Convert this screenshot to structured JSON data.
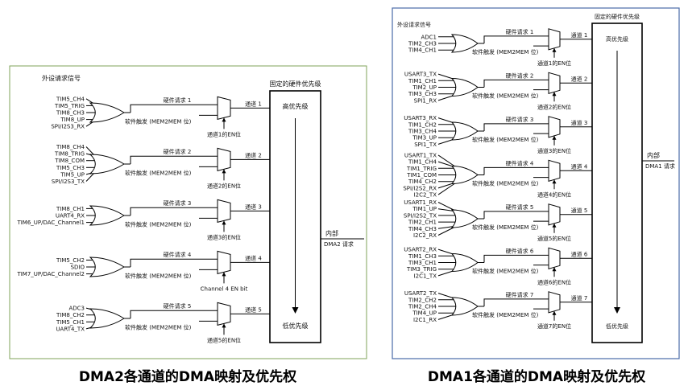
{
  "left": {
    "section_label": "外设请求信号",
    "priority_label": "固定的硬件优先级",
    "high_label": "高优先级",
    "low_label": "低优先级",
    "output_label_1": "内部",
    "output_label_2": "DMA2 请求",
    "caption": "DMA2各通道的DMA映射及优先权",
    "channels": [
      {
        "inputs": [
          "TIM5_CH4",
          "TIM5_TRIG",
          "TIM8_CH3",
          "TIM8_UP",
          "SPI/I2S3_RX"
        ],
        "hw": "硬件请求 1",
        "sw": "软件触发 (MEM2MEM 位)",
        "ch": "通道 1",
        "en": "通道1的EN位"
      },
      {
        "inputs": [
          "TIM8_CH4",
          "TIM8_TRIG",
          "TIM8_COM",
          "TIM5_CH3",
          "TIM5_UP",
          "SPI/I2S3_TX"
        ],
        "hw": "硬件请求 2",
        "sw": "软件触发 (MEM2MEM 位)",
        "ch": "通道 2",
        "en": "通道2的EN位"
      },
      {
        "inputs": [
          "TIM8_CH1",
          "UART4_RX",
          "TIM6_UP/DAC_Channel1"
        ],
        "hw": "硬件请求 3",
        "sw": "软件触发 (MEM2MEM 位)",
        "ch": "通道 3",
        "en": "通道3的EN位"
      },
      {
        "inputs": [
          "TIM5_CH2",
          "SDIO",
          "TIM7_UP/DAC_Channel2"
        ],
        "hw": "硬件请求 4",
        "sw": "软件触发 (MEM2MEM 位)",
        "ch": "通道 4",
        "en": "Channel 4 EN bit"
      },
      {
        "inputs": [
          "ADC3",
          "TIM8_CH2",
          "TIM5_CH1",
          "UART4_TX"
        ],
        "hw": "硬件请求 5",
        "sw": "软件触发 (MEM2MEM 位)",
        "ch": "通道 5",
        "en": "通道5的EN位"
      }
    ]
  },
  "right": {
    "section_label": "外设请求信号",
    "priority_label": "固定的硬件优先级",
    "high_label": "高优先级",
    "low_label": "低优先级",
    "output_label_1": "内部",
    "output_label_2": "DMA1 请求",
    "caption": "DMA1各通道的DMA映射及优先权",
    "channels": [
      {
        "inputs": [
          "ADC1",
          "TIM2_CH3",
          "TIM4_CH1"
        ],
        "hw": "硬件请求 1",
        "sw": "软件触发 (MEM2MEM 位)",
        "ch": "通道 1",
        "en": "通道1的EN位"
      },
      {
        "inputs": [
          "USART3_TX",
          "TIM1_CH1",
          "TIM2_UP",
          "TIM3_CH3",
          "SPI1_RX"
        ],
        "hw": "硬件请求 2",
        "sw": "软件触发 (MEM2MEM 位)",
        "ch": "通道 2",
        "en": "通道2的EN位"
      },
      {
        "inputs": [
          "USART3_RX",
          "TIM1_CH2",
          "TIM3_CH4",
          "TIM3_UP",
          "SPI1_TX"
        ],
        "hw": "硬件请求 3",
        "sw": "软件触发 (MEM2MEM 位)",
        "ch": "通道 3",
        "en": "通道3的EN位"
      },
      {
        "inputs": [
          "USART1_TX",
          "TIM1_CH4",
          "TIM1_TRIG",
          "TIM1_COM",
          "TIM4_CH2",
          "SPI/I2S2_RX",
          "I2C2_TX"
        ],
        "hw": "硬件请求 4",
        "sw": "软件触发 (MEM2MEM 位)",
        "ch": "通道 4",
        "en": "通道4的EN位"
      },
      {
        "inputs": [
          "USART1_RX",
          "TIM1_UP",
          "SPI/I2S2_TX",
          "TIM2_CH1",
          "TIM4_CH3",
          "I2C2_RX"
        ],
        "hw": "硬件请求 5",
        "sw": "软件触发 (MEM2MEM 位)",
        "ch": "通道 5",
        "en": "通道5的EN位"
      },
      {
        "inputs": [
          "USART2_RX",
          "TIM1_CH3",
          "TIM3_CH1",
          "TIM3_TRIG",
          "I2C1_TX"
        ],
        "hw": "硬件请求 6",
        "sw": "软件触发 (MEM2MEM 位)",
        "ch": "通道 6",
        "en": "通道6的EN位"
      },
      {
        "inputs": [
          "USART2_TX",
          "TIM2_CH2",
          "TIM2_CH4",
          "TIM4_UP",
          "I2C1_RX"
        ],
        "hw": "硬件请求 7",
        "sw": "软件触发 (MEM2MEM 位)",
        "ch": "通道 7",
        "en": "通道7的EN位"
      }
    ]
  }
}
